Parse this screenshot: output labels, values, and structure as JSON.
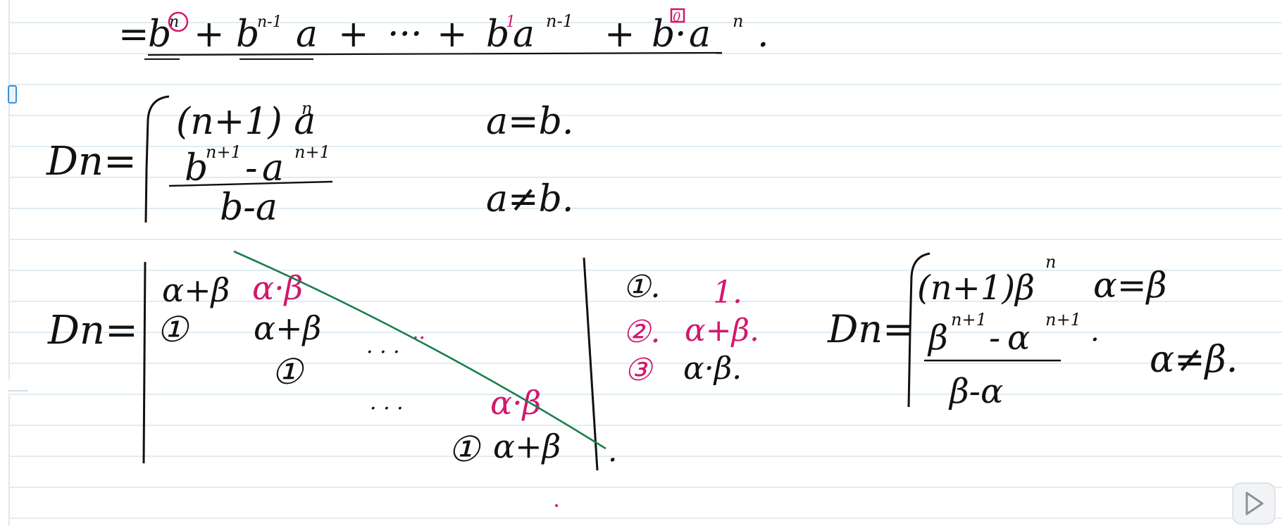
{
  "colors": {
    "background": "#ffffff",
    "ruled_line": "#cfe1ec",
    "ink": "#111111",
    "pink_ink": "#d1196e",
    "green_ink": "#1a7f4b",
    "left_bar": "#dfe7ee",
    "handle": "#3b8fd8"
  },
  "top_line": {
    "prefix": "=",
    "term1_base": "b",
    "term1_exp": "n",
    "plus1": "+",
    "term2_base": "b",
    "term2_exp": "n-1",
    "term2_var": "a",
    "plus2": "+",
    "dots": "···",
    "plus3": "+",
    "term3_base": "b",
    "term3_exp": "1",
    "term3_var": "a",
    "term3_var_exp": "n-1",
    "plus4": "+",
    "term4_base": "b",
    "term4_exp": "0",
    "term4_dot": "·",
    "term4_var": "a",
    "term4_var_exp": "n",
    "end": "."
  },
  "dn1": {
    "label": "Dn=",
    "case1_expr": "(n+1) a",
    "case1_exp": "n",
    "case1_cond": "a=b.",
    "case2_num_a": "b",
    "case2_num_a_exp": "n+1",
    "case2_num_minus": "-",
    "case2_num_b": "a",
    "case2_num_b_exp": "n+1",
    "case2_den": "b-a",
    "case2_cond": "a≠b."
  },
  "matrix": {
    "label": "Dn=",
    "r1c1": "α+β",
    "r1c2": "α·β",
    "r2c1": "①",
    "r2c2": "α+β",
    "dots_pink": "··",
    "r3c2": "①",
    "dots1": "·  ·  ·",
    "dots2": "·  ·  ·",
    "last_pink": "α·β",
    "last_one": "①",
    "last_ab": "α+β",
    "end_dot": "."
  },
  "cases_list": [
    {
      "num": "①.",
      "val": "1."
    },
    {
      "num": "②.",
      "val": "α+β."
    },
    {
      "num": "③",
      "val": "α·β."
    }
  ],
  "dn2": {
    "label": "Dn=",
    "case1_expr": "(n+1)β",
    "case1_exp": "n",
    "case1_cond": "α=β",
    "case2_num_a": "β",
    "case2_num_a_exp": "n+1",
    "case2_num_minus": "-",
    "case2_num_b": "α",
    "case2_num_b_exp": "n+1",
    "case2_dot": ".",
    "case2_den": "β-α",
    "case2_cond": "α≠β."
  },
  "play_icon": "play-icon"
}
